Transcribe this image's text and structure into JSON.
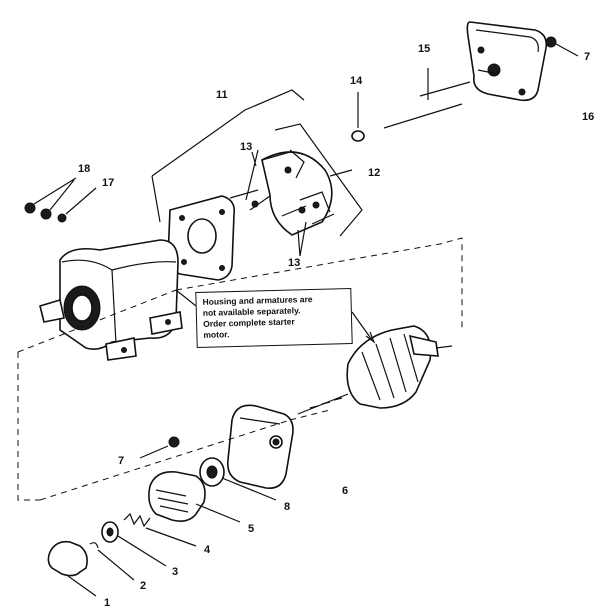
{
  "callouts": {
    "n1": "1",
    "n2": "2",
    "n3": "3",
    "n4": "4",
    "n5": "5",
    "n6": "6",
    "n7a": "7",
    "n7b": "7",
    "n8": "8",
    "n11": "11",
    "n12": "12",
    "n13a": "13",
    "n13b": "13",
    "n14": "14",
    "n15": "15",
    "n16": "16",
    "n17": "17",
    "n18": "18"
  },
  "notice": {
    "line1": "Housing and armatures are",
    "line2": "not available separately.",
    "line3": "Order complete starter",
    "line4": "motor."
  }
}
